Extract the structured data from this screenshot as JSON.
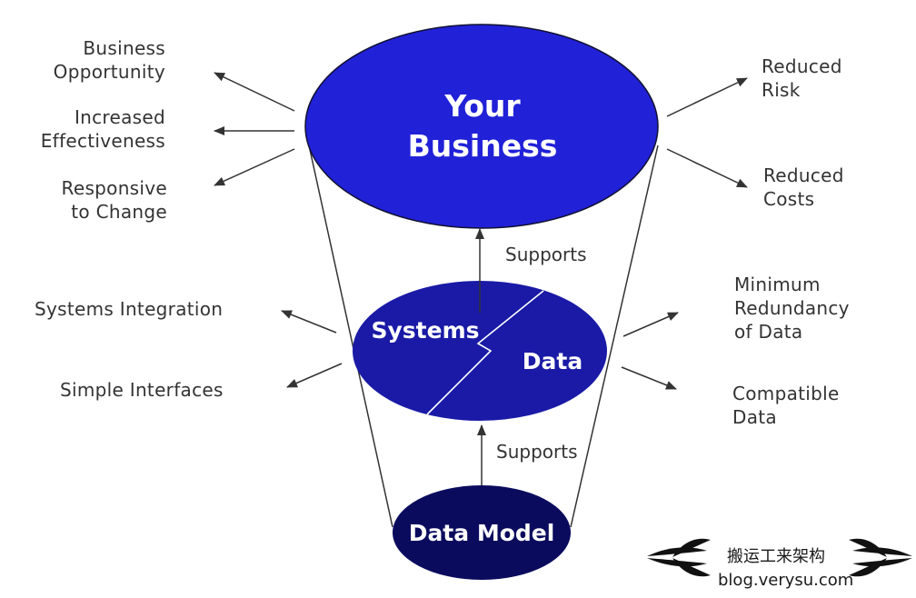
{
  "nodes": {
    "business": {
      "line1": "Your",
      "line2": "Business"
    },
    "systems": "Systems",
    "data": "Data",
    "data_model": "Data Model"
  },
  "edges": {
    "support_upper": "Supports",
    "support_lower": "Supports"
  },
  "left_benefits": {
    "business_opportunity": [
      "Business",
      "Opportunity"
    ],
    "increased_effectiveness": [
      "Increased",
      "Effectiveness"
    ],
    "responsive_to_change": [
      "Responsive",
      "to Change"
    ],
    "systems_integration": "Systems Integration",
    "simple_interfaces": "Simple Interfaces"
  },
  "right_benefits": {
    "reduced_risk": [
      "Reduced",
      "Risk"
    ],
    "reduced_costs": [
      "Reduced",
      "Costs"
    ],
    "minimum_redundancy": [
      "Minimum",
      "Redundancy",
      "of Data"
    ],
    "compatible_data": [
      "Compatible",
      "Data"
    ]
  },
  "watermark": {
    "line1": "搬运工来架构",
    "line2": "blog.verysu.com"
  },
  "colors": {
    "business_fill": "#2121d8",
    "systems_fill": "#1a1aa6",
    "model_fill": "#0b0b5e",
    "text": "#333333",
    "node_text": "#ffffff"
  }
}
